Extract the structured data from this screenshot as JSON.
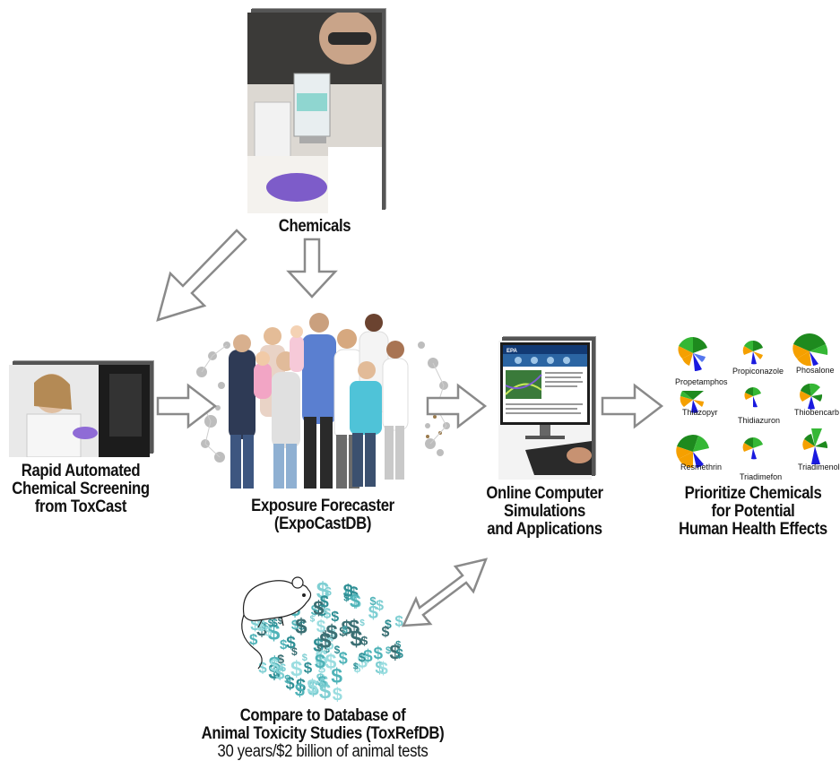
{
  "nodes": {
    "chemicals": {
      "lines": [
        "Chemicals"
      ]
    },
    "screening": {
      "lines": [
        "Rapid Automated",
        "Chemical Screening",
        "from ToxCast"
      ]
    },
    "exposure": {
      "lines": [
        "Exposure Forecaster",
        "(ExpoCastDB)"
      ]
    },
    "computer": {
      "lines": [
        "Online Computer",
        "Simulations",
        "and Applications"
      ]
    },
    "prioritize": {
      "lines": [
        "Prioritize Chemicals",
        "for Potential",
        "Human Health Effects"
      ]
    },
    "toxref": {
      "lines": [
        "Compare to Database of",
        "Animal Toxicity Studies (ToxRefDB)"
      ],
      "sub": "30 years/$2 billion of animal tests"
    }
  },
  "pies": [
    {
      "name": "Propetamphos"
    },
    {
      "name": "Propiconazole"
    },
    {
      "name": "Phosalone"
    },
    {
      "name": "Thiazopyr"
    },
    {
      "name": "Thidiazuron"
    },
    {
      "name": "Thiobencarb"
    },
    {
      "name": "Resmethrin"
    },
    {
      "name": "Triadimefon"
    },
    {
      "name": "Triadimenol"
    }
  ],
  "screen": {
    "brand": "EPA"
  },
  "colors": {
    "arrow_outline": "#8a8a8a",
    "pie_green": "#1e8a1e",
    "pie_orange": "#f5a000",
    "pie_blue": "#1a1adf",
    "dollar": "#4fb3b8"
  }
}
